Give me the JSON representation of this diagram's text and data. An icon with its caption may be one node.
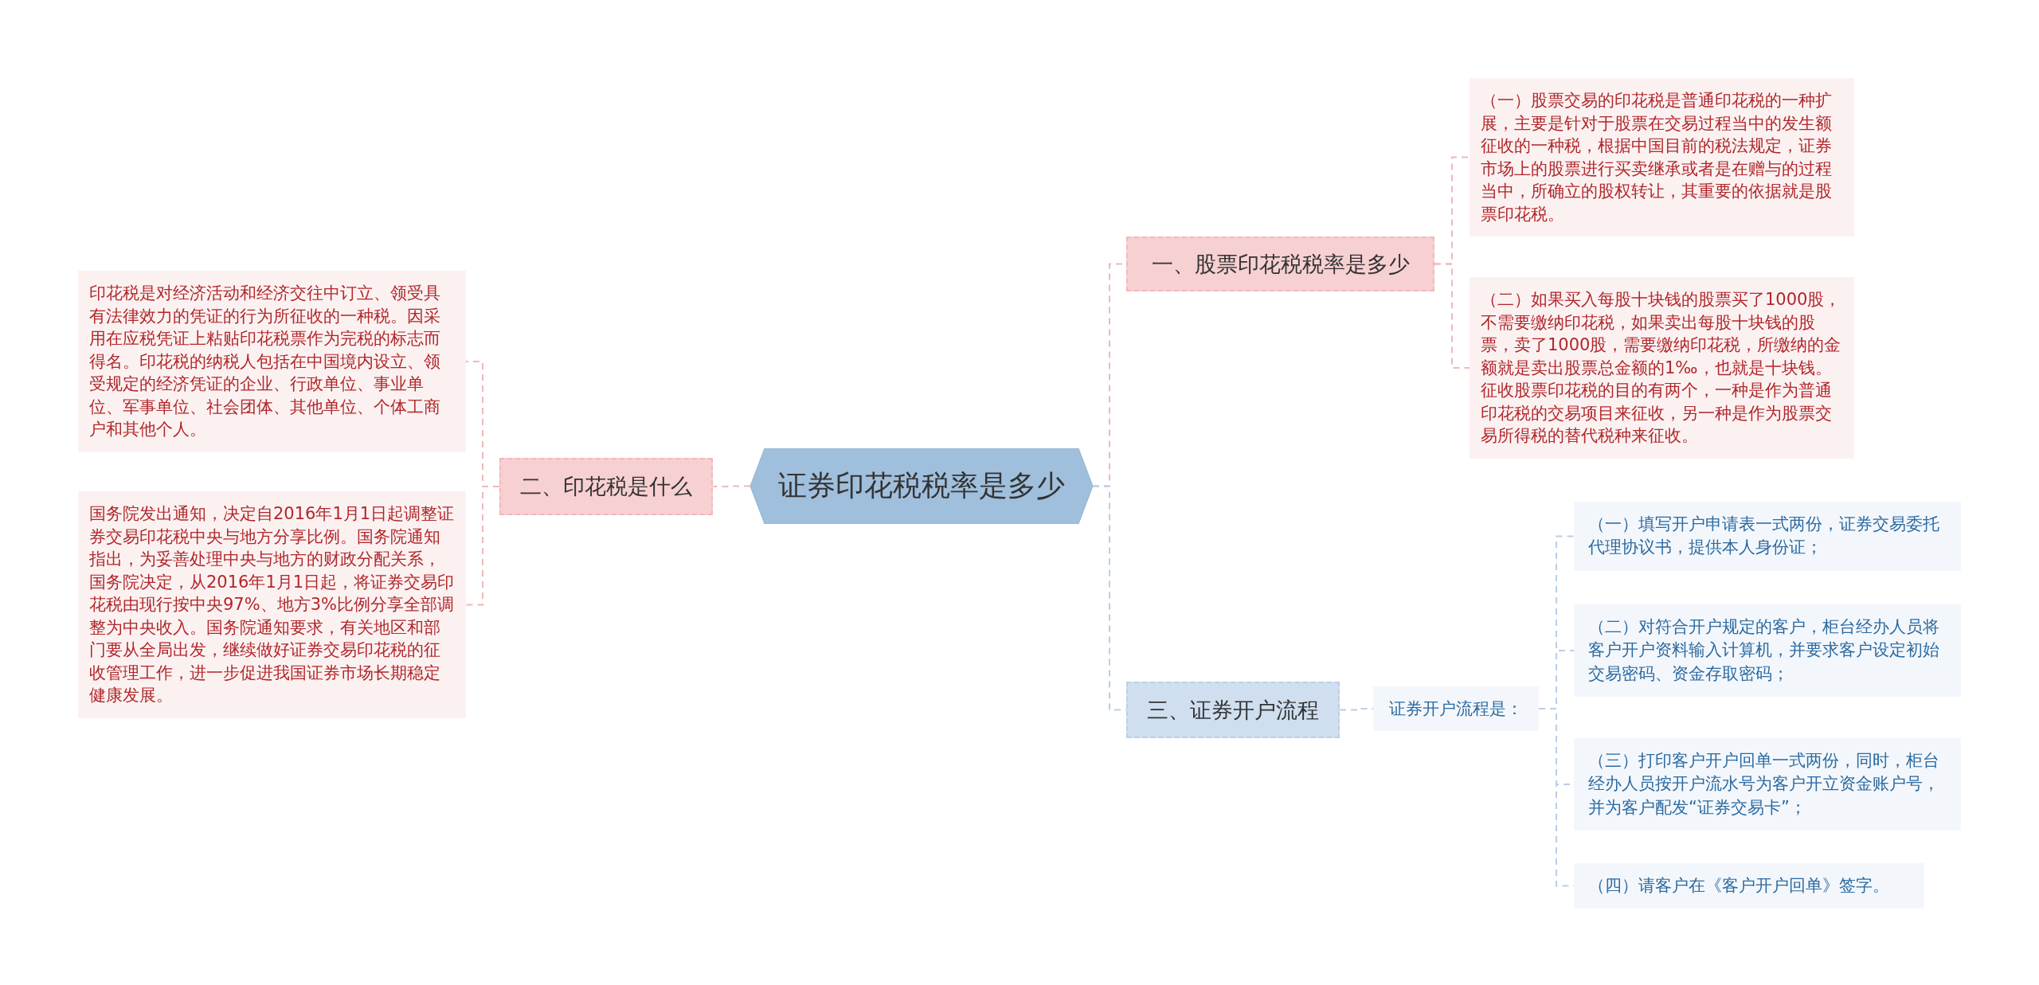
{
  "diagram": {
    "nodes": [
      {
        "text": [
          "证券印花税税率是多少"
        ]
      },
      {
        "text": [
          "二、印花税是什么"
        ]
      },
      {
        "text": [
          "印花税是对经济活动和经济交往中订立、领受具有法律效力的凭证的行为所征收的一种税。因采用在应税凭证上粘贴印花税票作为完税的标志而得名。印花税的纳税人包括在中国境内设立、领受规定的经济凭证的企业、行政单位、事业单位、军事单位、社会团体、其他单位、个体工商户和其他个人。"
        ]
      },
      {
        "text": [
          "国务院发出通知，决定自2016年1月1日起调整证券交易印花税中央与地方分享比例。国务院通知指出，为妥善处理中央与地方的财政分配关系，国务院决定，从2016年1月1日起，将证券交易印花税由现行按中央97%、地方3%比例分享全部调整为中央收入。国务院通知要求，有关地区和部门要从全局出发，继续做好证券交易印花税的征收管理工作，进一步促进我国证券市场长期稳定健康发展。"
        ]
      },
      {
        "text": [
          "一、股票印花税税率是多少"
        ]
      },
      {
        "text": [
          "（一）股票交易的印花税是普通印花税的一种扩展，主要是针对于股票在交易过程当中的发生额征收的一种税，根据中国目前的税法规定，证券市场上的股票进行买卖继承或者是在赠与的过程当中，所确立的股权转让，其重要的依据就是股票印花税。"
        ]
      },
      {
        "text": [
          "（二）如果买入每股十块钱的股票买了1000股，不需要缴纳印花税，如果卖出每股十块钱的股票，卖了1000股，需要缴纳印花税，所缴纳的金额就是卖出股票总金额的1‰，也就是十块钱。征收股票印花税的目的有两个，一种是作为普通印花税的交易项目来征收，另一种是作为股票交易所得税的替代税种来征收。"
        ]
      },
      {
        "text": [
          "三、证券开户流程"
        ]
      },
      {
        "text": [
          "证券开户流程是："
        ]
      },
      {
        "text": [
          "（一）填写开户申请表一式两份，证券交易委托代理协议书，提供本人身份证；"
        ]
      },
      {
        "text": [
          "（二）对符合开户规定的客户，柜台经办人员将客户开户资料输入计算机，并要求客户设定初始交易密码、资金存取密码；"
        ]
      },
      {
        "text": [
          "（三）打印客户开户回单一式两份，同时，柜台经办人员按开户流水号为客户开立资金账户号，并为客户配发“证券交易卡”；"
        ]
      },
      {
        "text": [
          "（四）请客户在《客户开户回单》签字。"
        ]
      }
    ],
    "edges": [
      {
        "from": 0,
        "to": 1,
        "arrow": "none",
        "style": "dashed",
        "color": "#f0b8bb"
      },
      {
        "from": 1,
        "to": 2,
        "arrow": "none",
        "style": "dashed",
        "color": "#f0b8bb"
      },
      {
        "from": 1,
        "to": 3,
        "arrow": "none",
        "style": "dashed",
        "color": "#f0b8bb"
      },
      {
        "from": 0,
        "to": 4,
        "arrow": "none",
        "style": "dashed",
        "color": "#f0b8bb"
      },
      {
        "from": 4,
        "to": 5,
        "arrow": "none",
        "style": "dashed",
        "color": "#f0b8bb"
      },
      {
        "from": 4,
        "to": 6,
        "arrow": "none",
        "style": "dashed",
        "color": "#f0b8bb"
      },
      {
        "from": 0,
        "to": 7,
        "arrow": "none",
        "style": "dashed",
        "color": "#b8cfe6"
      },
      {
        "from": 7,
        "to": 8,
        "arrow": "none",
        "style": "dashed",
        "color": "#b8cfe6"
      },
      {
        "from": 8,
        "to": 9,
        "arrow": "none",
        "style": "dashed",
        "color": "#b8cfe6"
      },
      {
        "from": 8,
        "to": 10,
        "arrow": "none",
        "style": "dashed",
        "color": "#b8cfe6"
      },
      {
        "from": 8,
        "to": 11,
        "arrow": "none",
        "style": "dashed",
        "color": "#b8cfe6"
      },
      {
        "from": 8,
        "to": 12,
        "arrow": "none",
        "style": "dashed",
        "color": "#b8cfe6"
      }
    ]
  }
}
